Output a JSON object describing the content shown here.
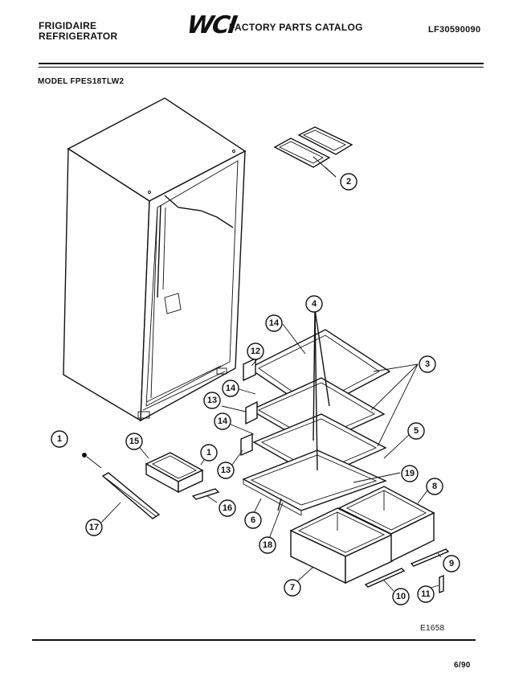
{
  "header": {
    "brand_line1": "FRIGIDAIRE",
    "brand_line2": "REFRIGERATOR",
    "logo": "WCI",
    "catalog_title": "FACTORY PARTS CATALOG",
    "catalog_number": "LF30590090"
  },
  "model_label": "MODEL FPES18TLW2",
  "figure_code": "E1658",
  "date_code": "6/90",
  "callouts": [
    {
      "id": "c1a",
      "label": "1"
    },
    {
      "id": "c1b",
      "label": "1"
    },
    {
      "id": "c2",
      "label": "2"
    },
    {
      "id": "c3",
      "label": "3"
    },
    {
      "id": "c4",
      "label": "4"
    },
    {
      "id": "c5",
      "label": "5"
    },
    {
      "id": "c6",
      "label": "6"
    },
    {
      "id": "c7",
      "label": "7"
    },
    {
      "id": "c8",
      "label": "8"
    },
    {
      "id": "c9",
      "label": "9"
    },
    {
      "id": "c10",
      "label": "10"
    },
    {
      "id": "c11",
      "label": "11"
    },
    {
      "id": "c12",
      "label": "12"
    },
    {
      "id": "c13a",
      "label": "13"
    },
    {
      "id": "c13b",
      "label": "13"
    },
    {
      "id": "c14a",
      "label": "14"
    },
    {
      "id": "c14b",
      "label": "14"
    },
    {
      "id": "c14c",
      "label": "14"
    },
    {
      "id": "c15",
      "label": "15"
    },
    {
      "id": "c16",
      "label": "16"
    },
    {
      "id": "c17",
      "label": "17"
    },
    {
      "id": "c18",
      "label": "18"
    },
    {
      "id": "c19",
      "label": "19"
    }
  ]
}
